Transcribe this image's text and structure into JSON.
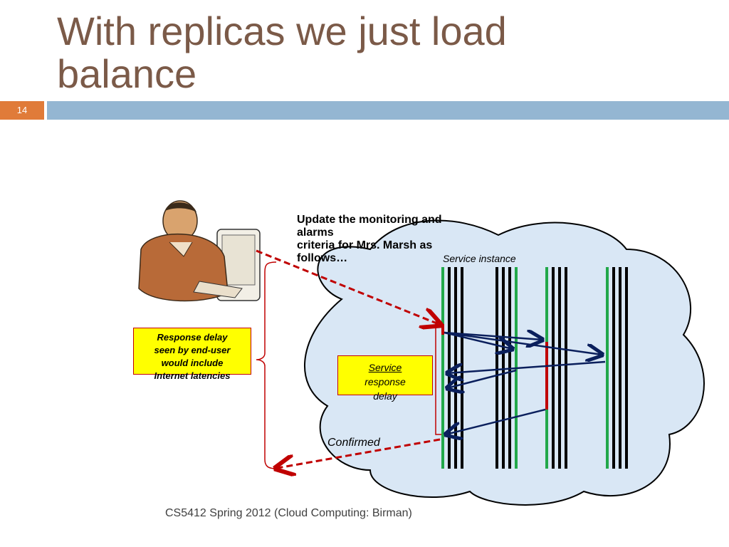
{
  "slide": {
    "title_lines": [
      "With replicas we just load",
      "balance"
    ],
    "slide_number": "14",
    "footer": "CS5412 Spring 2012 (Cloud Computing: Birman)"
  },
  "diagram": {
    "update_lines": [
      "Update the monitoring and",
      "alarms",
      "criteria for Mrs. Marsh as",
      "follows…"
    ],
    "service_instance": "Service instance",
    "confirmed": "Confirmed",
    "response_box_lines": [
      "Response delay",
      "seen by end-user",
      "would include",
      "Internet latencies"
    ],
    "service_box_lines": [
      "Service",
      "response",
      "delay"
    ]
  },
  "colors": {
    "title": "#7b5a48",
    "accent_orange": "#e07b39",
    "accent_blue": "#94b6d2",
    "cloud_fill": "#d9e7f5",
    "arrow_navy": "#0a1f5c",
    "dashed_red": "#c00000",
    "green_line": "#22a84a",
    "box_yellow": "#ffff00"
  },
  "icons": {
    "person": "person-at-computer-icon"
  }
}
